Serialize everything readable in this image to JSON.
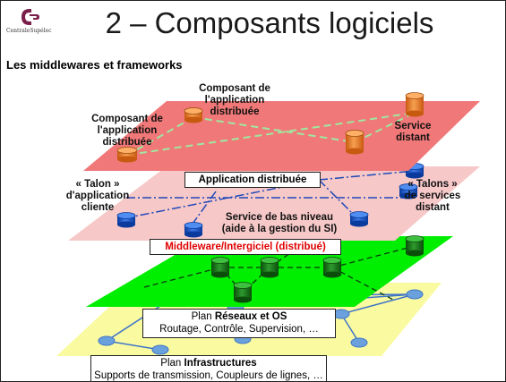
{
  "header": {
    "logo_text": "CentraleSupélec",
    "title": "2 – Composants logiciels",
    "subtitle": "Les middlewares et frameworks"
  },
  "diagram": {
    "top_plane": {
      "color": "#f07878",
      "component_left": "Composant de\nl'application\ndistribuée",
      "component_top": "Composant de\nl'application\ndistribuée",
      "remote_service": "Service\ndistant"
    },
    "app_plane": {
      "color": "#f7c8c8",
      "app_box": "Application distribuée",
      "client_stub": "« Talon »\nd'application\ncliente",
      "service_stubs": "« Talons »\nde services\ndistant",
      "low_level_service": "Service de bas niveau\n(aide à la gestion du SI)"
    },
    "middleware": {
      "color": "#00ee00",
      "label": "Middleware/Intergiciel (distribué)"
    },
    "network_plane": {
      "color": "#fafaa0",
      "prefix": "Plan",
      "name": "Réseaux et OS",
      "details": "Routage, Contrôle, Supervision, …"
    },
    "infra": {
      "prefix": "Plan",
      "name": "Infrastructures",
      "details": "Supports de transmission, Coupleurs de lignes, …"
    }
  }
}
